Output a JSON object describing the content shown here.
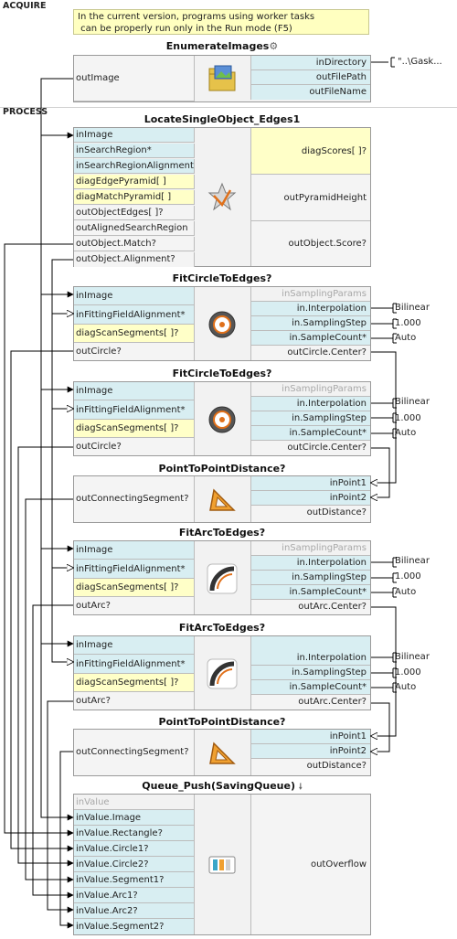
{
  "sections": {
    "acquire": "ACQUIRE",
    "process": "PROCESS"
  },
  "note": "In the current version, programs using worker tasks\n can be properly run only in the Run mode (F5)",
  "enumerate": {
    "title": "EnumerateImages",
    "gear": "⚙",
    "out": [
      "outImage"
    ],
    "in": [
      "inDirectory",
      "outFilePath",
      "outFileName"
    ],
    "ext": "\"..\\Gask..."
  },
  "locate": {
    "title": "LocateSingleObject_Edges1",
    "left": [
      "inImage",
      "inSearchRegion*",
      "inSearchRegionAlignment*",
      "diagEdgePyramid[ ]",
      "diagMatchPyramid[ ]",
      "outObjectEdges[ ]?",
      "outAlignedSearchRegion",
      "outObject.Match?",
      "outObject.Alignment?"
    ],
    "right": [
      "diagScores[ ]?",
      "outPyramidHeight",
      "outObject.Score?"
    ]
  },
  "fitc1": {
    "title": "FitCircleToEdges?",
    "left": [
      "inImage",
      "inFittingFieldAlignment*",
      "diagScanSegments[ ]?",
      "outCircle?"
    ],
    "right": [
      "inSamplingParams",
      "in.Interpolation",
      "in.SamplingStep",
      "in.SampleCount*",
      "outCircle.Center?"
    ],
    "ext": [
      "Bilinear",
      "1.000",
      "Auto"
    ]
  },
  "fitc2": {
    "title": "FitCircleToEdges?",
    "left": [
      "inImage",
      "inFittingFieldAlignment*",
      "diagScanSegments[ ]?",
      "outCircle?"
    ],
    "right": [
      "inSamplingParams",
      "in.Interpolation",
      "in.SamplingStep",
      "in.SampleCount*",
      "outCircle.Center?"
    ],
    "ext": [
      "Bilinear",
      "1.000",
      "Auto"
    ]
  },
  "ptp1": {
    "title": "PointToPointDistance?",
    "left": [
      "outConnectingSegment?"
    ],
    "right": [
      "inPoint1",
      "inPoint2",
      "outDistance?"
    ]
  },
  "fita1": {
    "title": "FitArcToEdges?",
    "left": [
      "inImage",
      "inFittingFieldAlignment*",
      "diagScanSegments[ ]?",
      "outArc?"
    ],
    "right": [
      "inSamplingParams",
      "in.Interpolation",
      "in.SamplingStep",
      "in.SampleCount*",
      "outArc.Center?"
    ],
    "ext": [
      "Bilinear",
      "1.000",
      "Auto"
    ]
  },
  "fita2": {
    "title": "FitArcToEdges?",
    "left": [
      "inImage",
      "inFittingFieldAlignment*",
      "diagScanSegments[ ]?",
      "outArc?"
    ],
    "right": [
      "in.Interpolation",
      "in.SamplingStep",
      "in.SampleCount*",
      "outArc.Center?"
    ],
    "ext": [
      "Bilinear",
      "1.000",
      "Auto"
    ]
  },
  "ptp2": {
    "title": "PointToPointDistance?",
    "left": [
      "outConnectingSegment?"
    ],
    "right": [
      "inPoint1",
      "inPoint2",
      "outDistance?"
    ]
  },
  "queue": {
    "title": "Queue_Push(SavingQueue)",
    "flag": "🠗",
    "left": [
      "inValue",
      "inValue.Image",
      "inValue.Rectangle?",
      "inValue.Circle1?",
      "inValue.Circle2?",
      "inValue.Segment1?",
      "inValue.Arc1?",
      "inValue.Arc2?",
      "inValue.Segment2?"
    ],
    "right": [
      "outOverflow"
    ]
  },
  "colors": {
    "input": "#d8eef2",
    "diag": "#ffffc8",
    "note": "#ffffc0",
    "wire": "#000000"
  }
}
